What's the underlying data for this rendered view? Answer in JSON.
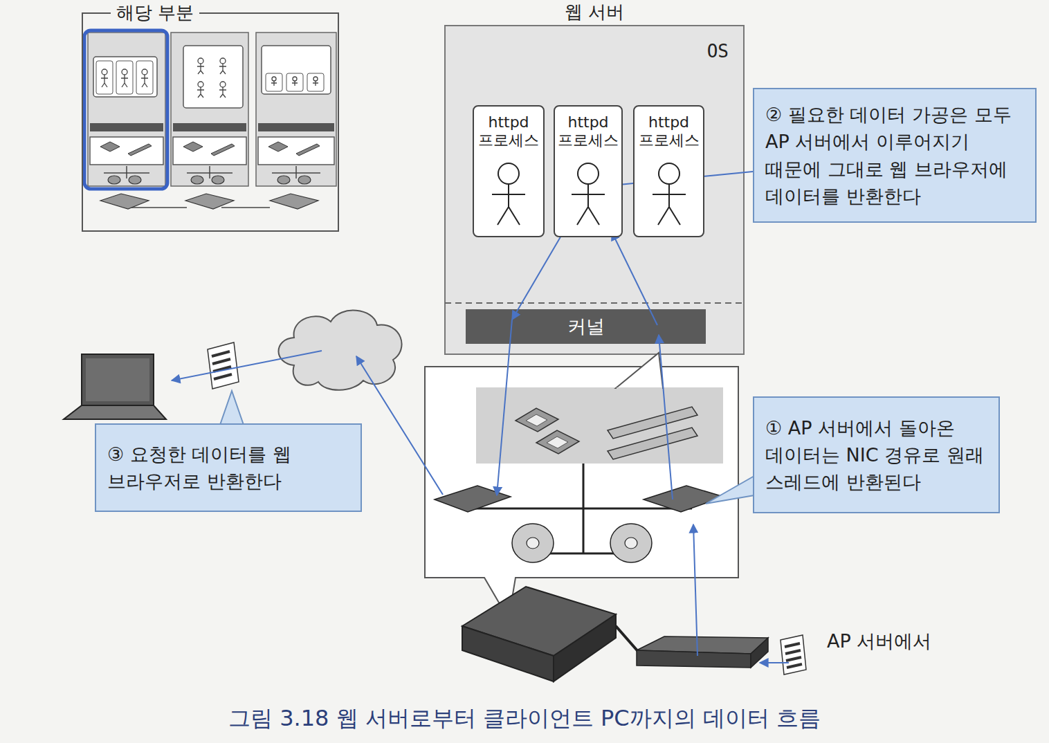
{
  "diagram": {
    "caption": "그림 3.18 웹 서버로부터 클라이언트 PC까지의 데이터 흐름",
    "nodes": [
      {
        "text": [
          "해당 부분"
        ]
      },
      {
        "text": [
          "웹 서버",
          "OS"
        ]
      },
      {
        "text": [
          "httpd 프로세스"
        ],
        "in": 1
      },
      {
        "text": [
          "httpd 프로세스"
        ],
        "in": 1
      },
      {
        "text": [
          "httpd 프로세스"
        ],
        "in": 1
      },
      {
        "text": [
          "커널"
        ],
        "in": 1
      },
      {
        "text": [
          "② 필요한 데이터 가공은 모두 AP 서버에서 이루어지기 때문에 그대로 웹 브라우저에 데이터를 반환한다"
        ]
      },
      {
        "text": [
          "① AP 서버에서 돌아온 데이터는 NIC 경유로 원래 스레드에 반환된다"
        ]
      },
      {
        "text": [
          "③ 요청한 데이터를 웹 브라우저로 반환한다"
        ]
      }
    ],
    "edges": [
      {
        "from": 6,
        "to": 3,
        "arrow": "none"
      }
    ],
    "labels": [
      "AP 서버에서"
    ]
  }
}
